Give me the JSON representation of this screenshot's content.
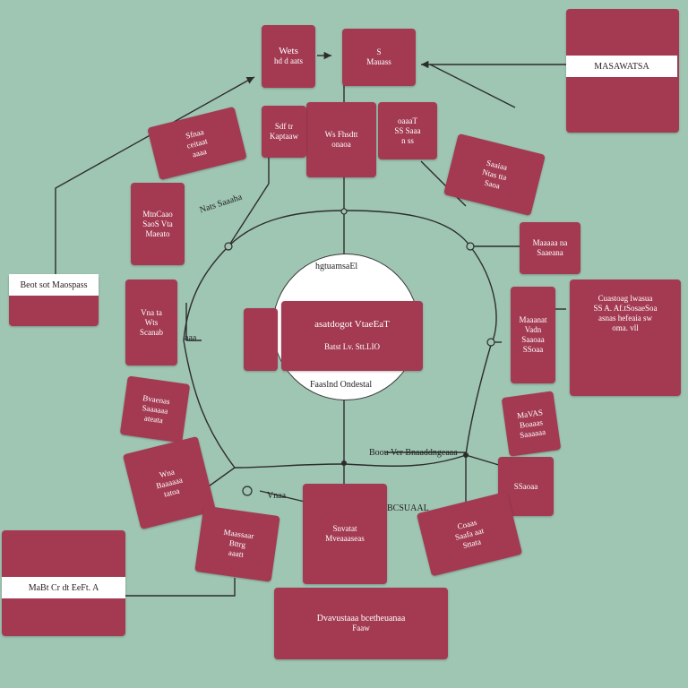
{
  "colors": {
    "background": "#9fc5b3",
    "card": "#a33a52",
    "line": "#2d2d2d",
    "band": "#ffffff"
  },
  "hub": {
    "top_label": "hgtuamsaEl",
    "card_line1": "asatdogot VtaeEaT",
    "card_line2": "Batst Lv. Stt.LIO",
    "bottom_label": "Faaslnd Ondestal"
  },
  "side_boxes": {
    "top_right": "MASAWATSA",
    "left": "Beot sot Maospass",
    "bottom_left": "MaBt Cr dt EeFt. A",
    "right": [
      "Cuastoag lwasua",
      "SS A. Af.tSosaeSoa",
      "asnas hefeaia sw",
      "oma. vll"
    ]
  },
  "cards": {
    "top_1": [
      "Wets",
      "hd d aats"
    ],
    "top_2": [
      "S",
      "Mauass"
    ],
    "center_top": [
      "Ws Fhsdtt",
      "onaoa"
    ],
    "left_top": [
      "Sdf tr",
      "Kaptaaw"
    ],
    "right_top": [
      "oaaaT",
      "SS Saaa",
      "n ss"
    ],
    "tilted_left": [
      "Sfnaa",
      "ceitaat",
      "aaaa"
    ],
    "tilted_right": [
      "Saaiaa",
      "Ntas tta",
      "Saoa"
    ],
    "left_mid": [
      "MtnCaao",
      "SaoS Vta",
      "Maeato"
    ],
    "right_mid": [
      "Maaaaa na",
      "Saaeana"
    ],
    "left_inner": [
      "Vna ta",
      "Wts",
      "Scanab"
    ],
    "right_inner": [
      "Maaanat",
      "Vadn",
      "Saaoaa",
      "SSoaa"
    ],
    "left_low": [
      "Bvaenas",
      "Saaaaaa",
      "ateata"
    ],
    "right_low": [
      "MaVAS",
      "Boaaas",
      "Saaaaaa"
    ],
    "left_bottom": [
      "Wna",
      "Baaaaaa",
      "tatoa"
    ],
    "right_bottom": [
      "SSaoaa"
    ],
    "bottom_1": [
      "Maassaar",
      "Bttrg",
      "aaatt"
    ],
    "bottom_2": [
      "Snvatat",
      "Mveaaaseas"
    ],
    "bottom_3": [
      "Coaas",
      "Saafa aat",
      "Sttata"
    ],
    "bottom_wide": [
      "Dvavustaaa bcetheuanaa",
      "Faaw"
    ]
  },
  "line_labels": {
    "upper_left": "Nats Saaaha",
    "bottom_center": "Boou Ver Bnaaddngeaaa",
    "bottom_right": "BCSUAAL",
    "bottom_left_line": "Vnaa",
    "left_tick": "aaa"
  }
}
